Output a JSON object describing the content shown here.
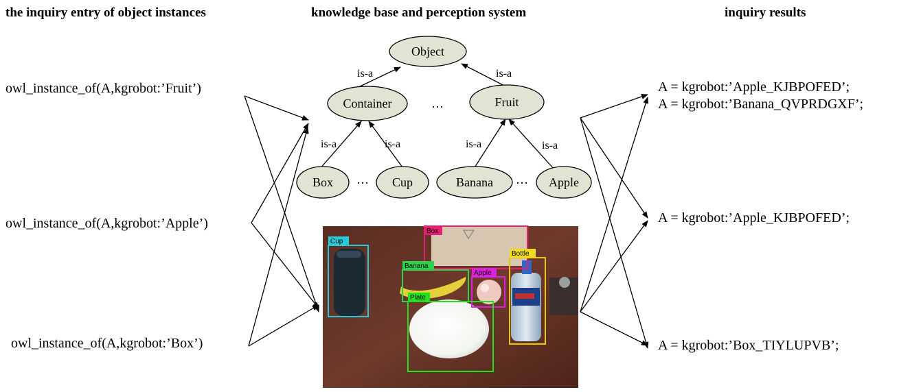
{
  "headers": {
    "left": "the inquiry entry of object instances",
    "middle": "knowledge base and perception system",
    "right": "inquiry results"
  },
  "queries": [
    "owl_instance_of(A,kgrobot:’Fruit’)",
    "owl_instance_of(A,kgrobot:’Apple’)",
    "owl_instance_of(A,kgrobot:’Box’)"
  ],
  "results": [
    "A = kgrobot:’Apple_KJBPOFED’;",
    "A = kgrobot:’Banana_QVPRDGXF’;",
    "A = kgrobot:’Apple_KJBPOFED’;",
    "A = kgrobot:’Box_TIYLUPVB’;"
  ],
  "ontology": {
    "nodes": {
      "object": "Object",
      "container": "Container",
      "fruit": "Fruit",
      "box": "Box",
      "cup": "Cup",
      "banana": "Banana",
      "apple": "Apple"
    },
    "edge_label": "is-a",
    "ellipsis": "…"
  },
  "detections": [
    {
      "label": "Cup",
      "color": "#28c8d8"
    },
    {
      "label": "Box",
      "color": "#e02070"
    },
    {
      "label": "Banana",
      "color": "#30d050"
    },
    {
      "label": "Apple",
      "color": "#e020e0"
    },
    {
      "label": "Plate",
      "color": "#20e020"
    },
    {
      "label": "Bottle",
      "color": "#e8c800"
    }
  ]
}
